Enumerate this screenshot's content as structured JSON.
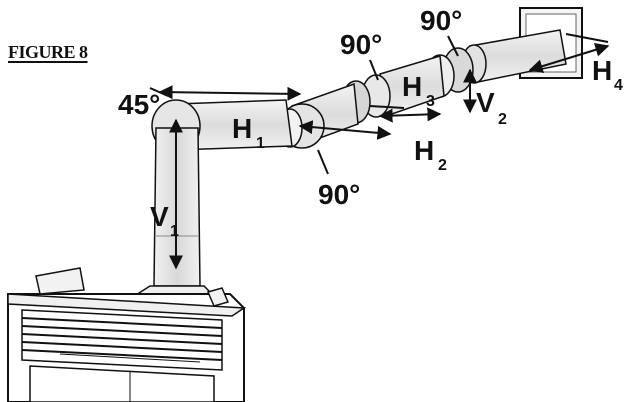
{
  "figure": {
    "title": "FIGURE 8"
  },
  "labels": {
    "angle_45": "45°",
    "angle_90_top_left": "90°",
    "angle_90_top_right": "90°",
    "angle_90_bottom": "90°",
    "v1_main": "V",
    "v1_sub": "1",
    "v2_main": "V",
    "v2_sub": "2",
    "h1_main": "H",
    "h1_sub": "1",
    "h2_main": "H",
    "h2_sub": "2",
    "h3_main": "H",
    "h3_sub": "3",
    "h4_main": "H",
    "h4_sub": "4"
  },
  "colors": {
    "ink": "#111111",
    "pipe_fill": "#e6e6e6",
    "pipe_shade": "#c9c9c9",
    "background": "#ffffff"
  }
}
